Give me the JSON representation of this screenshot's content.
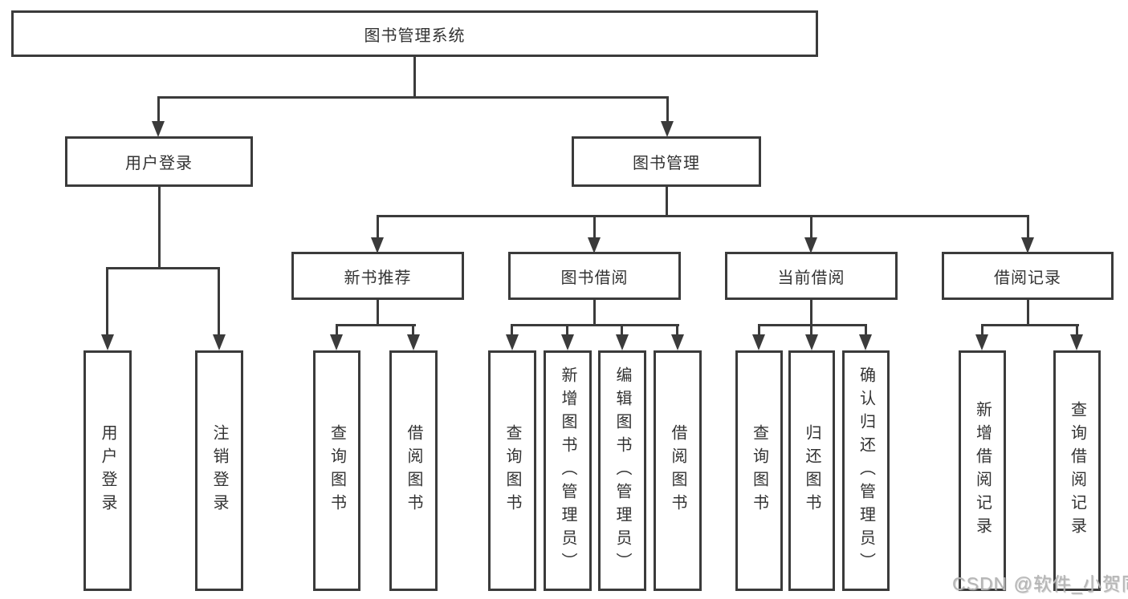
{
  "diagram": {
    "root": {
      "label": "图书管理系统"
    },
    "level2": [
      {
        "label": "用户登录"
      },
      {
        "label": "图书管理"
      }
    ],
    "level3": [
      {
        "label": "新书推荐"
      },
      {
        "label": "图书借阅"
      },
      {
        "label": "当前借阅"
      },
      {
        "label": "借阅记录"
      }
    ],
    "leaves": [
      {
        "label": "用户登录"
      },
      {
        "label": "注销登录"
      },
      {
        "label": "查询图书"
      },
      {
        "label": "借阅图书"
      },
      {
        "label": "查询图书"
      },
      {
        "label": "新增图书（管理员）"
      },
      {
        "label": "编辑图书（管理员）"
      },
      {
        "label": "借阅图书"
      },
      {
        "label": "查询图书"
      },
      {
        "label": "归还图书"
      },
      {
        "label": "确认归还（管理员）"
      },
      {
        "label": "新增借阅记录"
      },
      {
        "label": "查询借阅记录"
      }
    ]
  },
  "watermark": {
    "text": "CSDN @软件_小贺同学"
  }
}
